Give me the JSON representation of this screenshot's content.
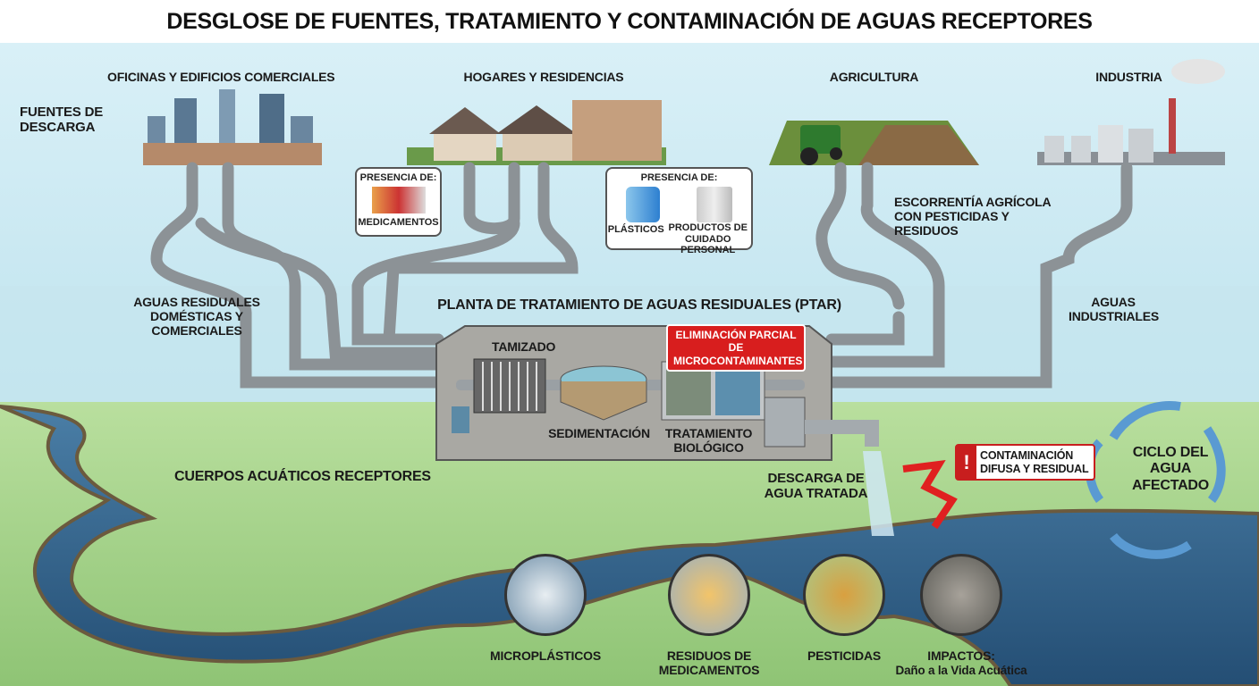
{
  "title": "DESGLOSE DE FUENTES, TRATAMIENTO Y CONTAMINACIÓN DE AGUAS RECEPTORES",
  "sources_heading": "FUENTES DE DESCARGA",
  "sources": [
    {
      "label": "OFICINAS Y EDIFICIOS COMERCIALES"
    },
    {
      "label": "HOGARES Y RESIDENCIAS"
    },
    {
      "label": "AGRICULTURA"
    },
    {
      "label": "INDUSTRIA"
    }
  ],
  "callout_left": {
    "heading": "PRESENCIA DE:",
    "items": [
      "MEDICAMENTOS"
    ]
  },
  "callout_right": {
    "heading": "PRESENCIA DE:",
    "items": [
      "PLÁSTICOS",
      "PRODUCTOS DE CUIDADO PERSONAL"
    ]
  },
  "flows": {
    "domestic": "AGUAS RESIDUALES DOMÉSTICAS Y COMERCIALES",
    "agri_runoff": "ESCORRENTÍA AGRÍCOLA CON PESTICIDAS Y RESIDUOS",
    "industrial": "AGUAS INDUSTRIALES"
  },
  "plant": {
    "title": "PLANTA DE TRATAMIENTO DE AGUAS RESIDUALES (PTAR)",
    "stages": [
      "TAMIZADO",
      "SEDIMENTACIÓN",
      "TRATAMIENTO BIOLÓGICO"
    ],
    "alert": "ELIMINACIÓN PARCIAL DE MICROCONTAMINANTES"
  },
  "discharge": "DESCARGA DE AGUA TRATADA",
  "receiving_bodies": "CUERPOS ACUÁTICOS RECEPTORES",
  "contamination": "CONTAMINACIÓN DIFUSA Y RESIDUAL",
  "cycle": "CICLO DEL AGUA AFECTADO",
  "impacts": [
    {
      "label": "MICROPLÁSTICOS"
    },
    {
      "label": "RESIDUOS DE MEDICAMENTOS"
    },
    {
      "label": "PESTICIDAS"
    },
    {
      "label": "IMPACTOS:",
      "sub": "Daño a la Vida Acuática"
    }
  ],
  "colors": {
    "sky": "#cfe9f3",
    "grass": "#a8d48a",
    "water": "#2f5f86",
    "pipe": "#8c9296",
    "alert": "#d81e1e"
  }
}
